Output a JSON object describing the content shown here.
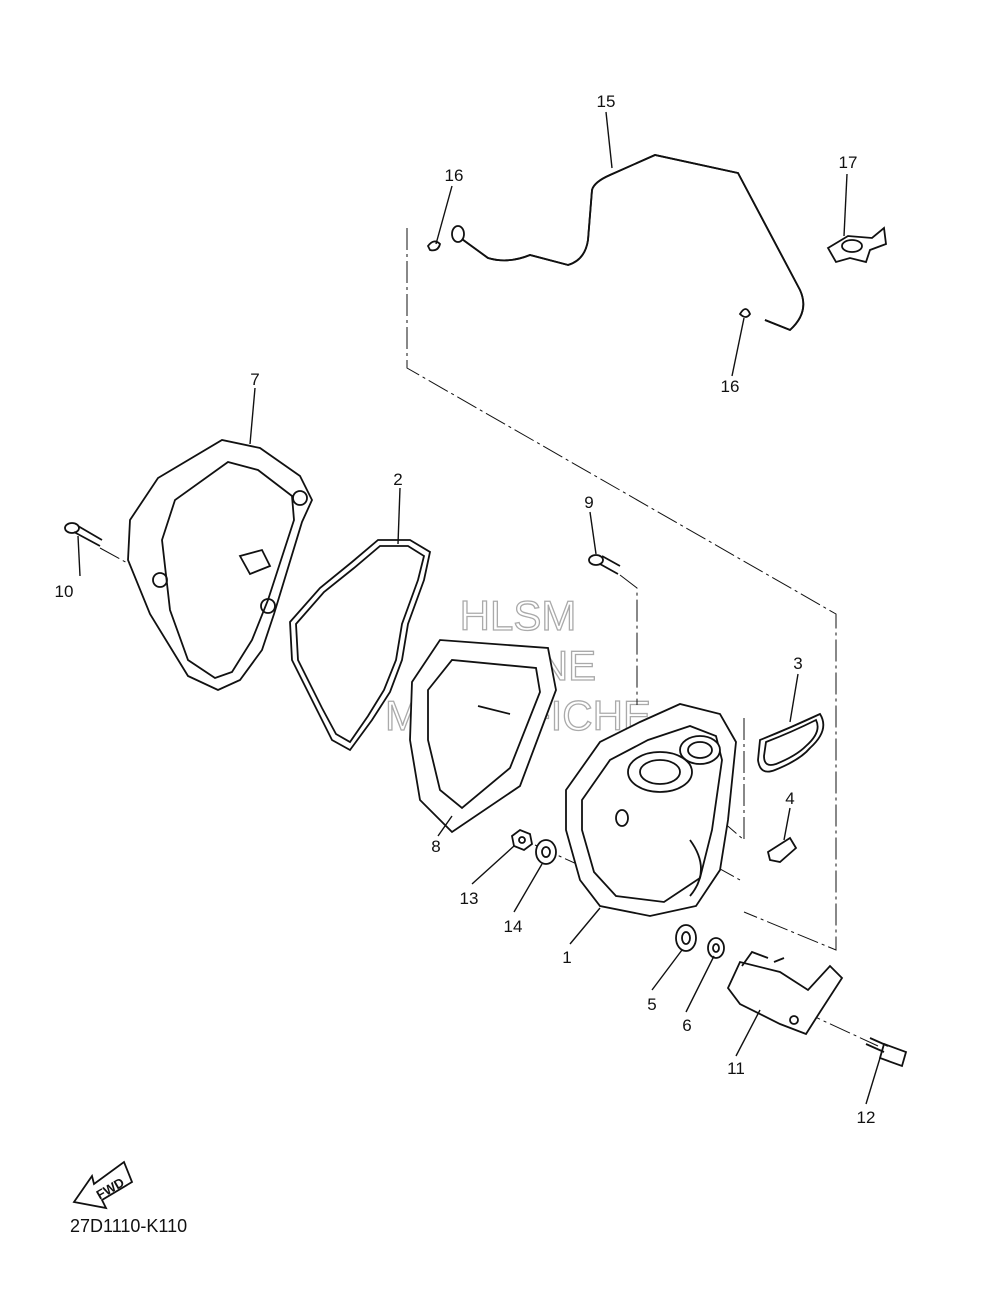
{
  "watermark": {
    "line1": "HLSM",
    "line2": "ONLINE",
    "line3": "MICROFICHE"
  },
  "diagram_code": "27D1110-K110",
  "fwd_label": "FWD",
  "callouts": {
    "c1": "1",
    "c2": "2",
    "c3": "3",
    "c4": "4",
    "c5": "5",
    "c6": "6",
    "c7": "7",
    "c8": "8",
    "c9": "9",
    "c10": "10",
    "c11": "11",
    "c12": "12",
    "c13": "13",
    "c14": "14",
    "c15": "15",
    "c16a": "16",
    "c16b": "16",
    "c17": "17"
  }
}
